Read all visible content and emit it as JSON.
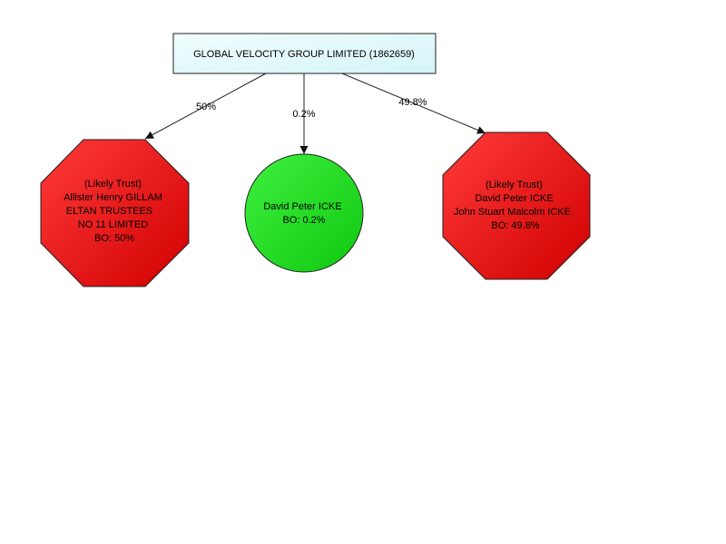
{
  "root": {
    "label": "GLOBAL VELOCITY GROUP LIMITED (1862659)"
  },
  "edges": [
    {
      "label": "50%"
    },
    {
      "label": "0.2%"
    },
    {
      "label": "49.8%"
    }
  ],
  "nodes": [
    {
      "shape": "octagon",
      "color": "#e60000",
      "lines": [
        "(Likely Trust)",
        "Allister Henry GILLAM",
        "ELTAN TRUSTEES",
        "NO 11 LIMITED",
        "BO: 50%"
      ]
    },
    {
      "shape": "circle",
      "color": "#22dd22",
      "lines": [
        "David Peter ICKE",
        "BO: 0.2%"
      ]
    },
    {
      "shape": "octagon",
      "color": "#e60000",
      "lines": [
        "(Likely Trust)",
        "David Peter ICKE",
        "John Stuart Malcolm ICKE",
        "BO: 49.8%"
      ]
    }
  ],
  "colors": {
    "root_fill": "#dff9fb",
    "root_stroke": "#222222",
    "edge": "#222222"
  }
}
